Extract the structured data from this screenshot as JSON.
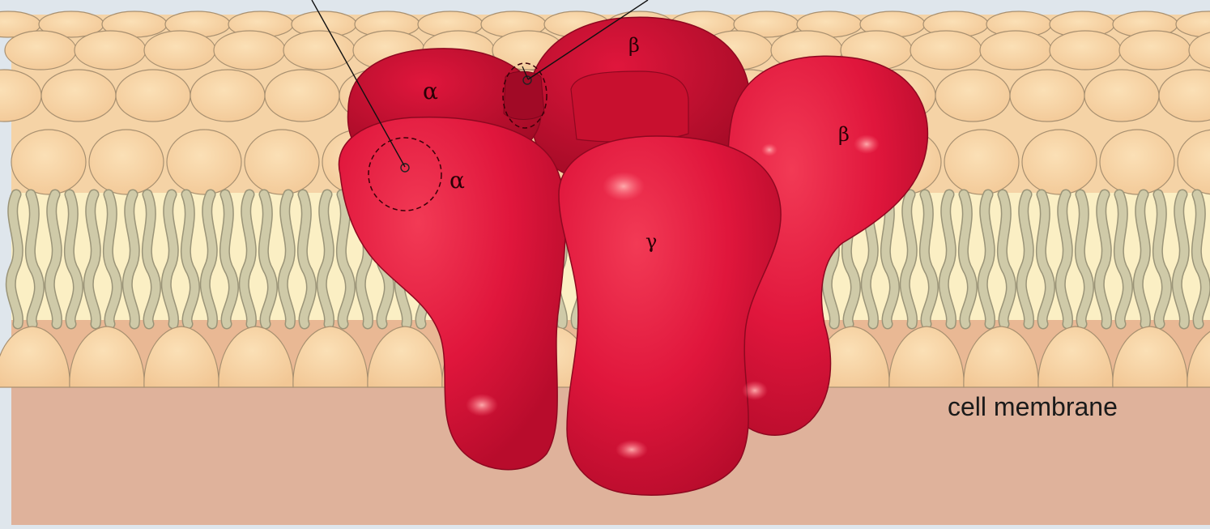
{
  "labels": {
    "membrane": "cell membrane",
    "subunits": {
      "alpha_top": "α",
      "alpha_bottom": "α",
      "beta_top": "β",
      "beta_right": "β",
      "gamma": "γ"
    }
  },
  "colors": {
    "background_frame": "#dfe6ec",
    "head_fill": "#f7d3a2",
    "head_stroke": "#a89070",
    "tail_band": "#fbefc4",
    "tail_fill": "#cfcaa8",
    "tail_stroke": "#9a9478",
    "cytoplasm": "#dfb29b",
    "protein_red": "#e0163c",
    "protein_dark": "#a80a26",
    "protein_highlight": "#ff8a8a"
  }
}
